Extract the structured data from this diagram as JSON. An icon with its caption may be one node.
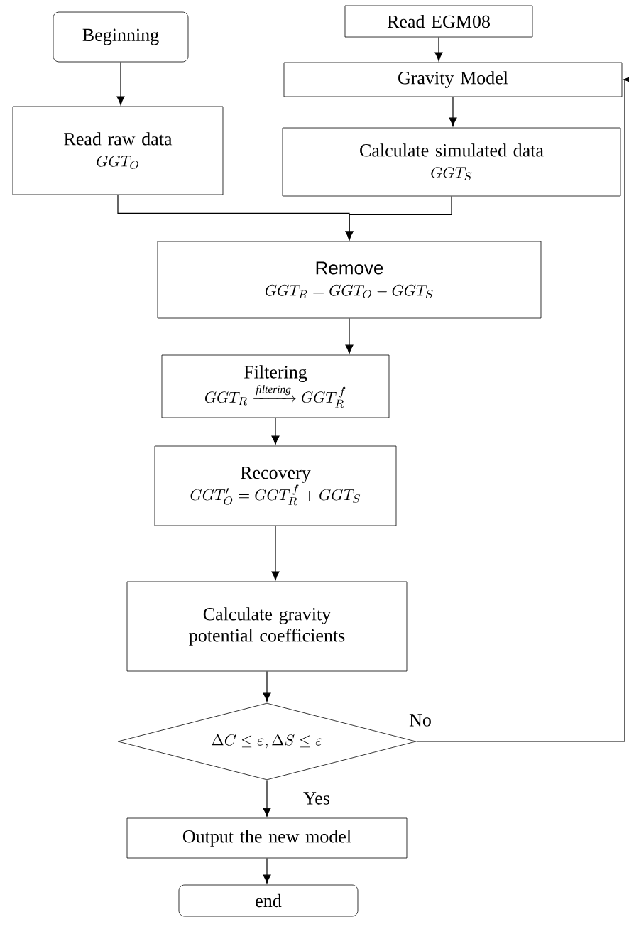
{
  "diagram": {
    "nodes": [
      {
        "text": [
          "Beginning"
        ]
      },
      {
        "text": [
          "Read EGM08"
        ]
      },
      {
        "text": [
          "Gravity Model"
        ]
      },
      {
        "text": [
          "Read raw data",
          "GGT_{O}"
        ]
      },
      {
        "text": [
          "Calculate simulated data",
          "GGT_{S}"
        ]
      },
      {
        "text": [
          "Remove",
          "GGT_{R}=GGT_{O}-GGT_{S}"
        ]
      },
      {
        "text": [
          "Filtering",
          "GGT_{R}\\xrightarrow{\\mathit{filtering}}GGT_{R}^{\\,f}"
        ]
      },
      {
        "text": [
          "Recovery",
          "GGT'_{O}=GGT_{R}^{\\,f}+GGT_{S}"
        ]
      },
      {
        "text": [
          "Calculate gravity potential coefficients"
        ]
      },
      {
        "text": [
          "\\Delta C\\le\\varepsilon,\\Delta S\\le\\varepsilon"
        ]
      },
      {
        "text": [
          "Output the new model"
        ]
      },
      {
        "text": [
          "end"
        ]
      }
    ],
    "edges": [
      {
        "from": 0,
        "to": 3,
        "arrow": "to"
      },
      {
        "from": 1,
        "to": 2,
        "arrow": "to"
      },
      {
        "from": 2,
        "to": 4,
        "arrow": "to"
      },
      {
        "from": 3,
        "to": 5,
        "arrow": "to"
      },
      {
        "from": 4,
        "to": 5,
        "arrow": "to"
      },
      {
        "from": 5,
        "to": 6,
        "arrow": "to"
      },
      {
        "from": 6,
        "to": 7,
        "arrow": "to"
      },
      {
        "from": 7,
        "to": 8,
        "arrow": "to"
      },
      {
        "from": 8,
        "to": 9,
        "arrow": "to"
      },
      {
        "from": 9,
        "to": 10,
        "label": "Yes",
        "arrow": "to"
      },
      {
        "from": 9,
        "to": 2,
        "label": "No",
        "arrow": "to"
      },
      {
        "from": 10,
        "to": 11,
        "arrow": "to"
      }
    ]
  }
}
